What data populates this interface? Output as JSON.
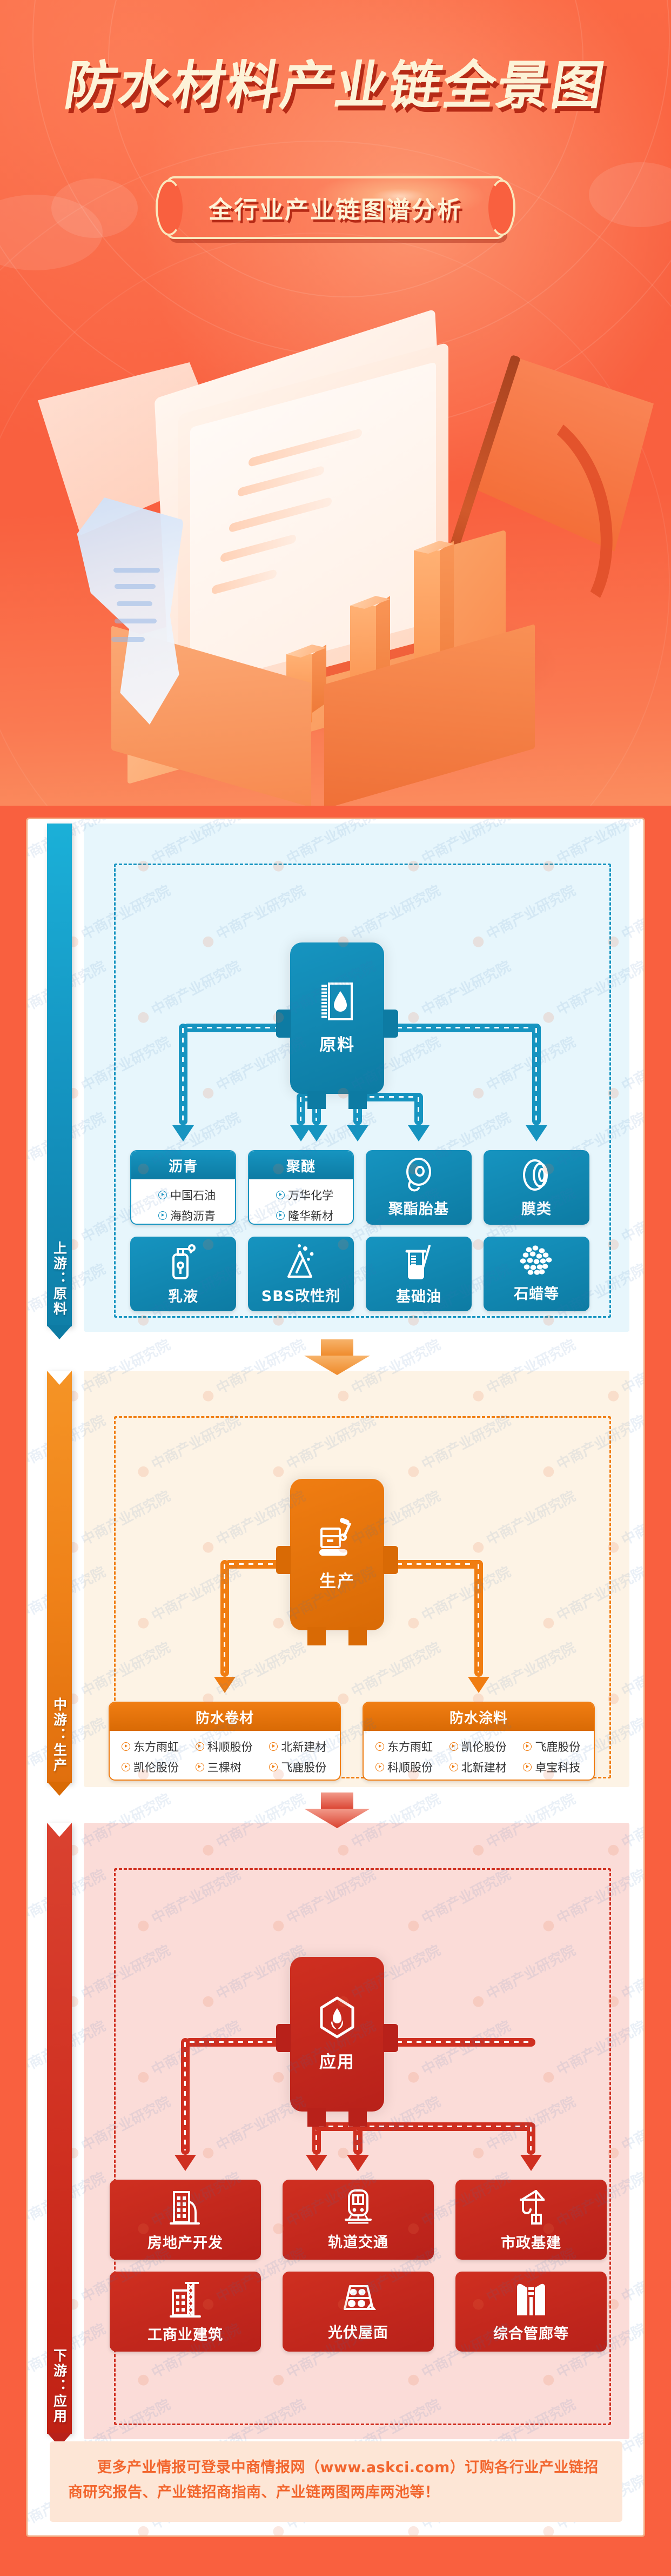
{
  "header": {
    "title": "防水材料产业链全景图",
    "subtitle": "全行业产业链图谱分析"
  },
  "watermark": {
    "text": "中商产业研究院",
    "dot": "●"
  },
  "stages": [
    {
      "id": "upstream",
      "vertical_label": "上游：原料",
      "hub_label": "原料",
      "hub_icon": "oil-drop-icon",
      "accent": "#1694c0",
      "accent_dark": "#0d7ba3",
      "band": "#e7f6fc",
      "cards_row1": [
        {
          "title": "沥青",
          "type": "list",
          "items": [
            "中国石油",
            "海韵沥青"
          ]
        },
        {
          "title": "聚醚",
          "type": "list",
          "items": [
            "万华化学",
            "隆华新材"
          ]
        },
        {
          "title": "聚酯胎基",
          "type": "icon",
          "icon": "fabric-roll-icon"
        },
        {
          "title": "膜类",
          "type": "icon",
          "icon": "film-roll-icon"
        }
      ],
      "cards_row2": [
        {
          "title": "乳液",
          "type": "icon",
          "icon": "bottle-icon"
        },
        {
          "title": "SBS改性剂",
          "type": "icon",
          "icon": "powder-cone-icon"
        },
        {
          "title": "基础油",
          "type": "icon",
          "icon": "test-tube-icon"
        },
        {
          "title": "石蜡等",
          "type": "icon",
          "icon": "granules-icon"
        }
      ]
    },
    {
      "id": "midstream",
      "vertical_label": "中游：生产",
      "hub_label": "生产",
      "hub_icon": "excavator-icon",
      "accent": "#f07d12",
      "accent_dark": "#d96a05",
      "band": "#fdf3e5",
      "cards_row1": [
        {
          "title": "防水卷材",
          "type": "list",
          "items": [
            "东方雨虹",
            "科顺股份",
            "北新建材",
            "凯伦股份",
            "三棵树",
            "飞鹿股份"
          ]
        },
        {
          "title": "防水涂料",
          "type": "list",
          "items": [
            "东方雨虹",
            "凯伦股份",
            "飞鹿股份",
            "科顺股份",
            "北新建材",
            "卓宝科技"
          ]
        }
      ]
    },
    {
      "id": "downstream",
      "vertical_label": "下游：应用",
      "hub_label": "应用",
      "hub_icon": "cube-gem-icon",
      "accent": "#cf2f20",
      "accent_dark": "#b8211a",
      "band": "#fbdcd8",
      "cards_row1": [
        {
          "title": "房地产开发",
          "type": "icon",
          "icon": "building-icon"
        },
        {
          "title": "轨道交通",
          "type": "icon",
          "icon": "train-icon"
        },
        {
          "title": "市政基建",
          "type": "icon",
          "icon": "crane-hook-icon"
        }
      ],
      "cards_row2": [
        {
          "title": "工商业建筑",
          "type": "icon",
          "icon": "construction-tower-icon"
        },
        {
          "title": "光伏屋面",
          "type": "icon",
          "icon": "solar-panel-icon"
        },
        {
          "title": "综合管廊等",
          "type": "icon",
          "icon": "tunnel-icon"
        }
      ]
    }
  ],
  "footer": {
    "text": "更多产业情报可登录中商情报网（www.askci.com）订购各行业产业链招商研究报告、产业链招商指南、产业链两图两库两池等！"
  }
}
